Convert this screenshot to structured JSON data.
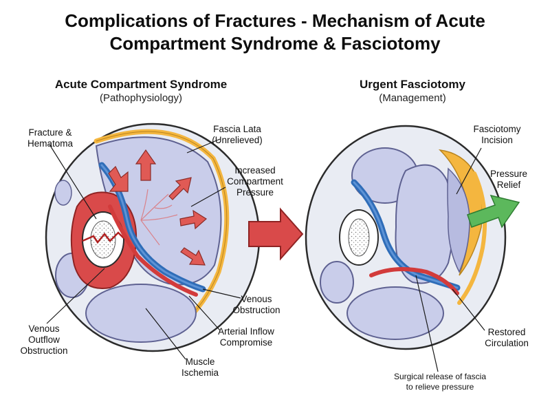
{
  "title_line1": "Complications of Fractures - Mechanism of Acute",
  "title_line2": "Compartment Syndrome & Fasciotomy",
  "left_panel": {
    "heading": "Acute Compartment Syndrome",
    "subheading": "(Pathophysiology)",
    "labels": {
      "fracture": [
        "Fracture &",
        "Hematoma"
      ],
      "fascia": [
        "Fascia Lata",
        "(Unrelieved)"
      ],
      "pressure": [
        "Increased",
        "Compartment",
        "Pressure"
      ],
      "venous_obstruction": [
        "Venous",
        "Obstruction"
      ],
      "arterial": [
        "Arterial Inflow",
        "Compromise"
      ],
      "venous_outflow": [
        "Venous",
        "Outflow",
        "Obstruction"
      ],
      "ischemia": [
        "Muscle",
        "Ischemia"
      ]
    }
  },
  "right_panel": {
    "heading": "Urgent Fasciotomy",
    "subheading": "(Management)",
    "labels": {
      "incision": [
        "Fasciotomy",
        "Incision"
      ],
      "relief": [
        "Pressure",
        "Relief"
      ],
      "circulation": [
        "Restored",
        "Circulation"
      ],
      "surgical": [
        "Surgical release of fascia",
        "to relieve pressure"
      ]
    }
  },
  "colors": {
    "muscle": "#c9cdea",
    "muscle_stroke": "#5e6191",
    "skin": "#e9ecf3",
    "fascia": "#f4b63f",
    "hematoma": "#d94a4a",
    "vein": "#2f6db8",
    "artery": "#d23b3b",
    "pressure_arrow": "#e05a55",
    "relief_arrow": "#5cb85c",
    "outline": "#2b2b2b"
  }
}
